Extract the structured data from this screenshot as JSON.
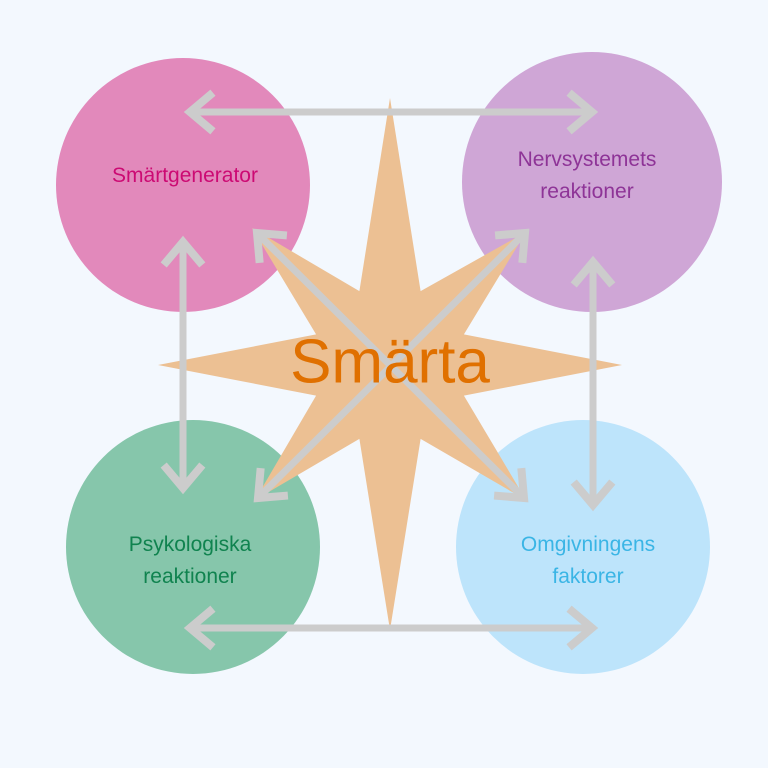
{
  "center": {
    "label": "Smärta",
    "color": "#e07000",
    "star_color": "#ecc093"
  },
  "nodes": [
    {
      "id": "smartgenerator",
      "lines": [
        "Smärtgenerator"
      ],
      "fill": "#e289bb",
      "text_color": "#cc0a73"
    },
    {
      "id": "nervsystemets",
      "lines": [
        "Nervsystemets",
        "reaktioner"
      ],
      "fill": "#cfa6d6",
      "text_color": "#8e3497"
    },
    {
      "id": "psykologiska",
      "lines": [
        "Psykologiska",
        "reaktioner"
      ],
      "fill": "#86c6ab",
      "text_color": "#10834f"
    },
    {
      "id": "omgivningens",
      "lines": [
        "Omgivningens",
        "faktorer"
      ],
      "fill": "#bde4fb",
      "text_color": "#3ab5e5"
    }
  ],
  "arrow_color": "#cccccc"
}
